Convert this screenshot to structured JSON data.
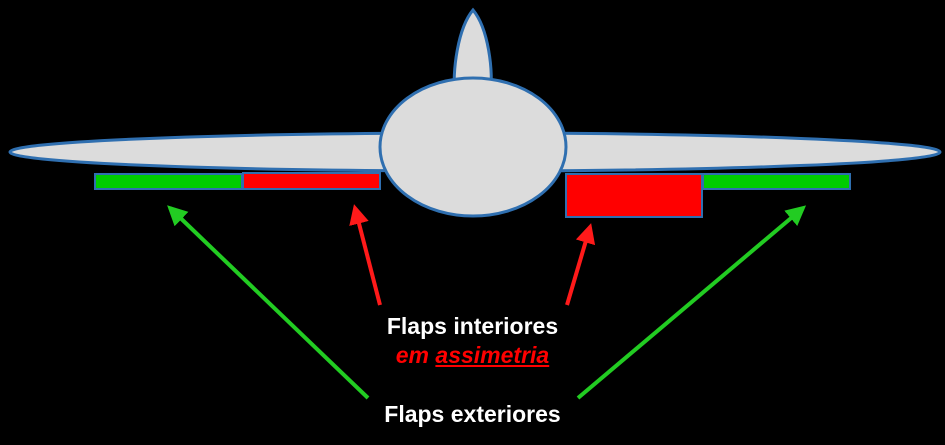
{
  "labels": {
    "inner_flaps": "Flaps interiores",
    "asymmetry_prefix": "em",
    "asymmetry_word": "assimetria",
    "outer_flaps": "Flaps exteriores"
  },
  "colors": {
    "background": "#000000",
    "airframe_fill": "#dcdcdc",
    "airframe_outline": "#2f6fb0",
    "outer_flap": "#00cc00",
    "inner_flap": "#ff0000",
    "outer_arrow": "#22cc22",
    "inner_arrow": "#ff1a1a",
    "text": "#ffffff",
    "emphasis_text": "#ff0000"
  }
}
